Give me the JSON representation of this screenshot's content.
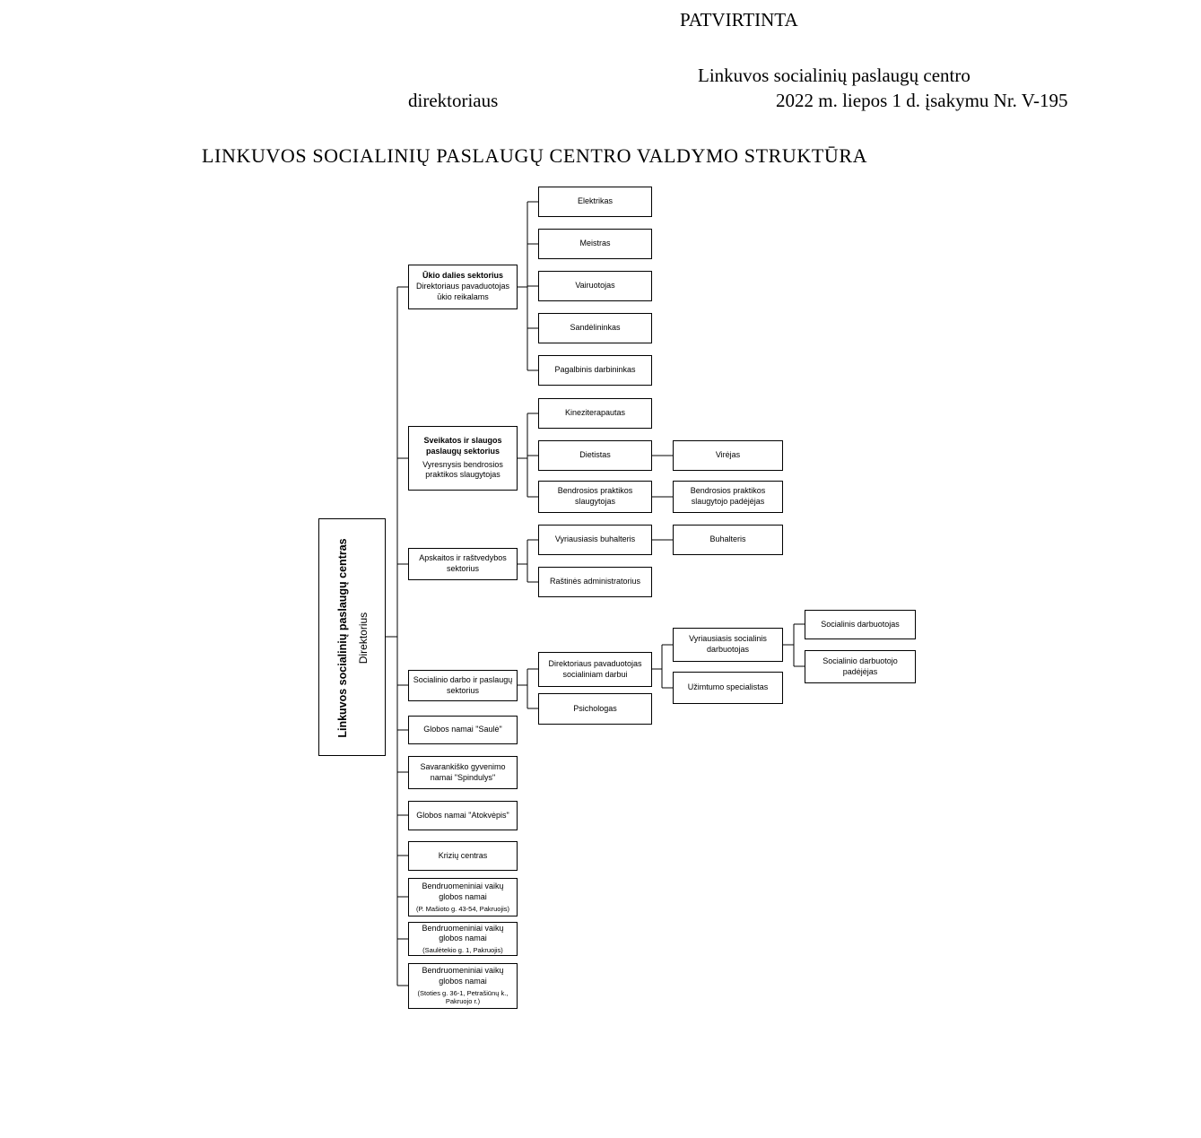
{
  "header": {
    "approved": "PATVIRTINTA",
    "org_line": "Linkuvos socialinių paslaugų centro",
    "director_line": "direktoriaus",
    "order_line": "2022 m. liepos 1 d. įsakymu Nr. V-195",
    "title": "LINKUVOS SOCIALINIŲ PASLAUGŲ CENTRO VALDYMO STRUKTŪRA"
  },
  "root": {
    "org": "Linkuvos socialinių paslaugų centras",
    "role": "Direktorius"
  },
  "sectors": {
    "ukio": {
      "title": "Ūkio dalies sektorius",
      "subtitle": "Direktoriaus pavaduotojas ūkio reikalams"
    },
    "sveikatos": {
      "title": "Sveikatos ir slaugos paslaugų sektorius",
      "subtitle": "Vyresnysis bendrosios praktikos slaugytojas"
    },
    "apskaitos": {
      "title": "Apskaitos ir raštvedybos sektorius"
    },
    "socialinio": {
      "title": "Socialinio darbo ir paslaugų sektorius"
    },
    "saule": {
      "title": "Globos namai \"Saulė\""
    },
    "spindulys": {
      "title": "Savarankiško gyvenimo namai \"Spindulys\""
    },
    "atokvepis": {
      "title": "Globos namai \"Atokvėpis\""
    },
    "kriziu": {
      "title": "Krizių centras"
    },
    "bvgn1": {
      "title": "Bendruomeniniai vaikų globos namai",
      "subtitle": "(P. Mašioto g. 43-54, Pakruojis)"
    },
    "bvgn2": {
      "title": "Bendruomeniniai vaikų globos namai",
      "subtitle": "(Saulėtekio g. 1, Pakruojis)"
    },
    "bvgn3": {
      "title": "Bendruomeniniai vaikų globos namai",
      "subtitle": "(Stoties g. 36-1, Petrašiūnų k., Pakruojo r.)"
    }
  },
  "roles": {
    "elektrikas": "Elektrikas",
    "meistras": "Meistras",
    "vairuotojas": "Vairuotojas",
    "sandelininkas": "Sandėlininkas",
    "pagalbinis": "Pagalbinis darbininkas",
    "kineziterapautas": "Kineziterapautas",
    "dietistas": "Dietistas",
    "bendrosios_slaugytojas": "Bendrosios praktikos slaugytojas",
    "virejas": "Virėjas",
    "slaugytojo_padejejas": "Bendrosios praktikos slaugytojo padėjėjas",
    "vyr_buhalteris": "Vyriausiasis buhalteris",
    "buhalteris": "Buhalteris",
    "rastines_admin": "Raštinės administratorius",
    "pavaduotojas_soc": "Direktoriaus pavaduotojas socialiniam darbui",
    "psichologas": "Psichologas",
    "vyr_soc_darbuotojas": "Vyriausiasis socialinis darbuotojas",
    "uzimtumo": "Užimtumo specialistas",
    "soc_darbuotojas": "Socialinis darbuotojas",
    "soc_padejejas": "Socialinio darbuotojo padėjėjas"
  }
}
